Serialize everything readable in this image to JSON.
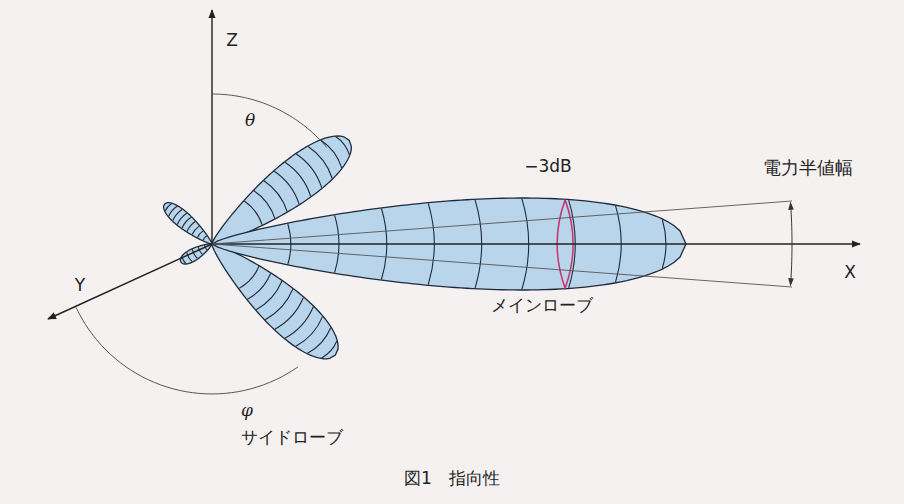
{
  "diagram": {
    "caption": "図1　指向性",
    "labels": [
      "Z",
      "θ",
      "−3dB",
      "電力半値幅",
      "X",
      "Y",
      "φ",
      "メインローブ",
      "サイドローブ"
    ]
  }
}
